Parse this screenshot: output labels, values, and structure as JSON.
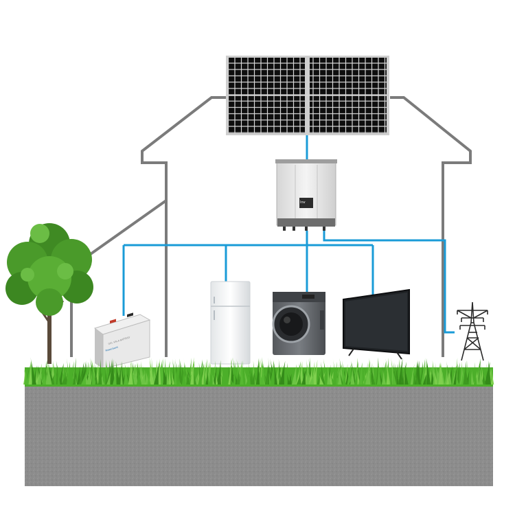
{
  "scene": {
    "components": [
      {
        "id": "solar-panel",
        "icon": "solar-panel-icon"
      },
      {
        "id": "inverter",
        "icon": "inverter-icon",
        "label": "Inv"
      },
      {
        "id": "battery",
        "icon": "battery-icon",
        "label": "GEL VALA BATTERY",
        "brand": "Powerbank"
      },
      {
        "id": "refrigerator",
        "icon": "refrigerator-icon"
      },
      {
        "id": "washing-machine",
        "icon": "washing-machine-icon"
      },
      {
        "id": "television",
        "icon": "television-icon"
      },
      {
        "id": "power-grid",
        "icon": "transmission-tower-icon"
      },
      {
        "id": "tree",
        "icon": "tree-icon"
      }
    ],
    "colors": {
      "wire": "#1a9bd7",
      "house_outline": "#7a7a7a",
      "ground": "#8a8a8a",
      "grass": "#4caf2a",
      "panel_cell": "#111111",
      "panel_frame": "#c8c8c8",
      "inverter_body": "#e8e8e8"
    }
  }
}
